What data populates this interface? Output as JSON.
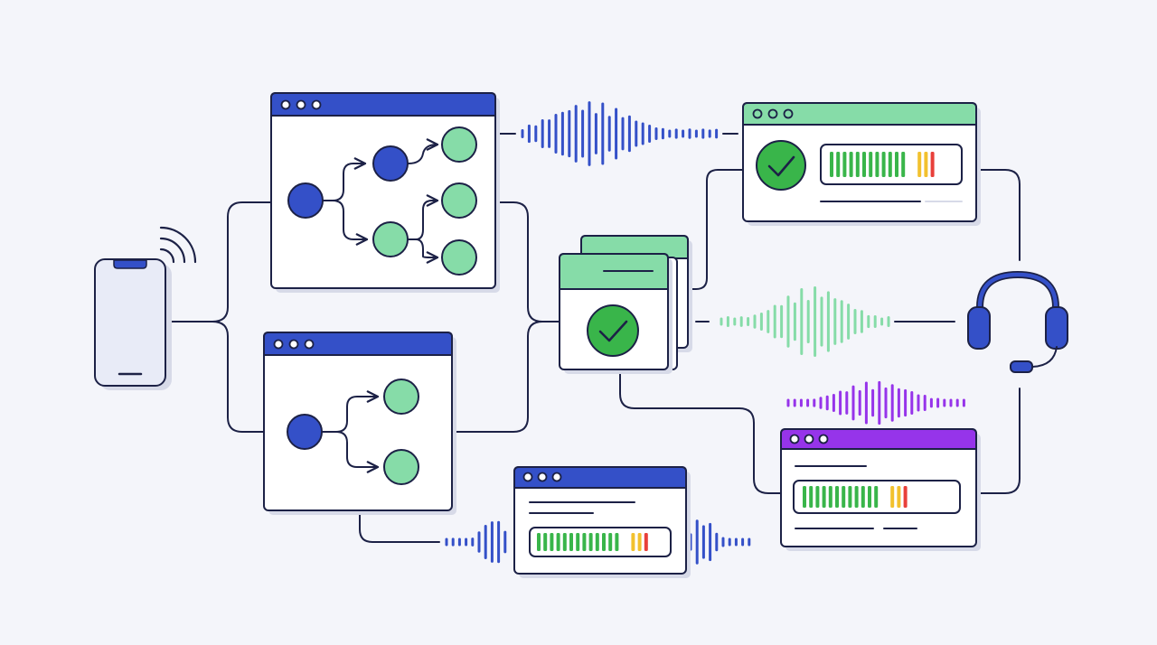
{
  "colors": {
    "background": "#f4f5fa",
    "outline": "#1c2146",
    "blue": "#3450c8",
    "green": "#86dca8",
    "green_dark": "#2e9b4e",
    "check_green": "#39b54a",
    "purple": "#9634ea",
    "yellow": "#f2c12e",
    "red": "#e8403a",
    "panel": "#ffffff",
    "shadow": "#d7dae8",
    "phone_fill": "#e8ebf7"
  },
  "icons": {
    "phone": "smartphone-icon",
    "signal": "wifi-signal-icon",
    "headset": "headset-icon",
    "check": "checkmark-circle-icon",
    "waveform": "audio-waveform-icon",
    "flow": "branching-flow-icon"
  },
  "meters": {
    "top_right": {
      "green_bars": 12,
      "yellow_bars": 2,
      "red_bars": 1
    },
    "bottom_center": {
      "green_bars": 13,
      "yellow_bars": 2,
      "red_bars": 1
    },
    "bottom_right": {
      "green_bars": 12,
      "yellow_bars": 2,
      "red_bars": 1
    }
  }
}
